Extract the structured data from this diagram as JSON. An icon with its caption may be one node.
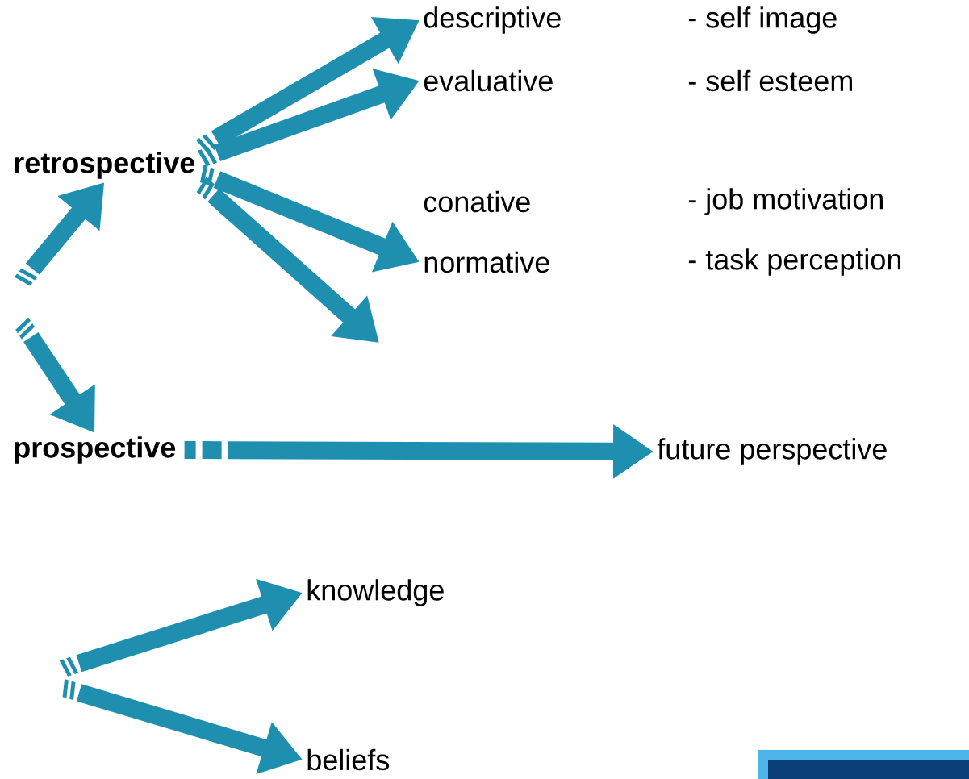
{
  "diagram": {
    "nodes": [
      {
        "text": [
          "retrospective"
        ]
      },
      {
        "text": [
          "prospective"
        ]
      },
      {
        "text": [
          "descriptive"
        ]
      },
      {
        "text": [
          "evaluative"
        ]
      },
      {
        "text": [
          "conative"
        ]
      },
      {
        "text": [
          "normative"
        ]
      },
      {
        "text": [
          "future perspective"
        ]
      },
      {
        "text": [
          "knowledge"
        ]
      },
      {
        "text": [
          "beliefs"
        ]
      }
    ],
    "edges": [
      {
        "from": null,
        "to": 0,
        "arrow": "to"
      },
      {
        "from": null,
        "to": 1,
        "arrow": "to"
      },
      {
        "from": 0,
        "to": 2,
        "arrow": "to"
      },
      {
        "from": 0,
        "to": 3,
        "arrow": "to"
      },
      {
        "from": 0,
        "to": 5,
        "arrow": "to"
      },
      {
        "from": 0,
        "to": null,
        "arrow": "to"
      },
      {
        "from": 1,
        "to": 6,
        "arrow": "to"
      },
      {
        "from": null,
        "to": 7,
        "arrow": "to"
      },
      {
        "from": null,
        "to": 8,
        "arrow": "to"
      }
    ],
    "labels": [
      "- self image",
      "- self esteem",
      "- job motivation",
      "- task perception"
    ]
  }
}
